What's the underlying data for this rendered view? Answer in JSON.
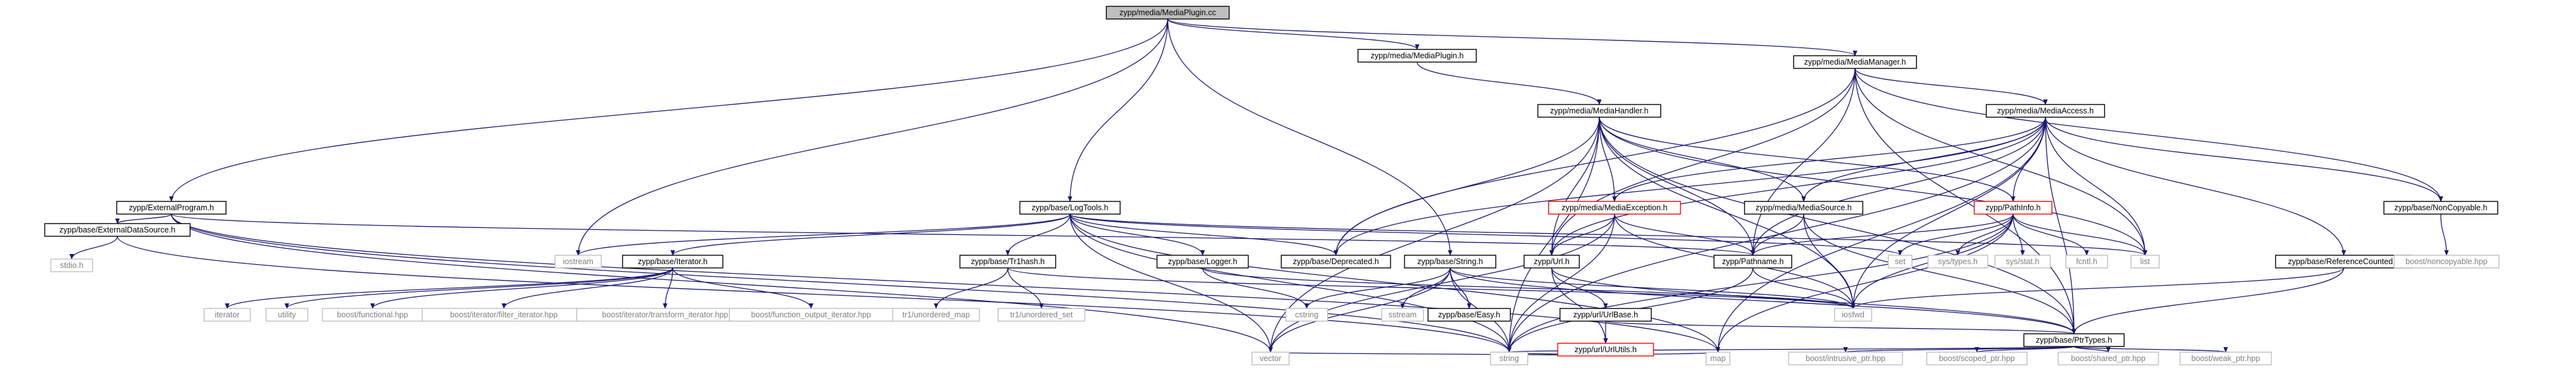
{
  "title_node": "zypp/media/MediaPlugin.cc",
  "colors": {
    "edge": "#191970",
    "header_border": "#000000",
    "external_border": "#bfbfbf",
    "external_text": "#7f7f7f",
    "red_border": "#ff0000",
    "root_fill": "#bfbfbf"
  },
  "nodes": [
    {
      "id": "root",
      "label": "zypp/media/MediaPlugin.cc",
      "kind": "root"
    },
    {
      "id": "mediaplugin_h",
      "label": "zypp/media/MediaPlugin.h",
      "kind": "header"
    },
    {
      "id": "mediamanager_h",
      "label": "zypp/media/MediaManager.h",
      "kind": "header"
    },
    {
      "id": "externalprogram_h",
      "label": "zypp/ExternalProgram.h",
      "kind": "header"
    },
    {
      "id": "logtools_h",
      "label": "zypp/base/LogTools.h",
      "kind": "header"
    },
    {
      "id": "mediahandler_h",
      "label": "zypp/media/MediaHandler.h",
      "kind": "header"
    },
    {
      "id": "mediaaccess_h",
      "label": "zypp/media/MediaAccess.h",
      "kind": "header"
    },
    {
      "id": "externaldatasource_h",
      "label": "zypp/base/ExternalDataSource.h",
      "kind": "header"
    },
    {
      "id": "iterator_h",
      "label": "zypp/base/Iterator.h",
      "kind": "header"
    },
    {
      "id": "tr1hash_h",
      "label": "zypp/base/Tr1hash.h",
      "kind": "header"
    },
    {
      "id": "logger_h",
      "label": "zypp/base/Logger.h",
      "kind": "header"
    },
    {
      "id": "deprecated_h",
      "label": "zypp/base/Deprecated.h",
      "kind": "header"
    },
    {
      "id": "string_h",
      "label": "zypp/base/String.h",
      "kind": "header"
    },
    {
      "id": "url_h",
      "label": "zypp/Url.h",
      "kind": "header"
    },
    {
      "id": "mediaexception_h",
      "label": "zypp/media/MediaException.h",
      "kind": "red"
    },
    {
      "id": "mediasource_h",
      "label": "zypp/media/MediaSource.h",
      "kind": "header"
    },
    {
      "id": "pathname_h",
      "label": "zypp/Pathname.h",
      "kind": "header"
    },
    {
      "id": "pathinfo_h",
      "label": "zypp/PathInfo.h",
      "kind": "red"
    },
    {
      "id": "noncopyable_h",
      "label": "zypp/base/NonCopyable.h",
      "kind": "header"
    },
    {
      "id": "refcounted_h",
      "label": "zypp/base/ReferenceCounted.h",
      "kind": "header"
    },
    {
      "id": "easy_h",
      "label": "zypp/base/Easy.h",
      "kind": "header"
    },
    {
      "id": "urlbase_h",
      "label": "zypp/url/UrlBase.h",
      "kind": "header"
    },
    {
      "id": "urlutils_h",
      "label": "zypp/url/UrlUtils.h",
      "kind": "red"
    },
    {
      "id": "ptrtypes_h",
      "label": "zypp/base/PtrTypes.h",
      "kind": "header"
    },
    {
      "id": "stdio_h",
      "label": "stdio.h",
      "kind": "ext"
    },
    {
      "id": "iostream",
      "label": "iostream",
      "kind": "ext"
    },
    {
      "id": "iterator",
      "label": "iterator",
      "kind": "ext"
    },
    {
      "id": "utility",
      "label": "utility",
      "kind": "ext"
    },
    {
      "id": "boost_functional",
      "label": "boost/functional.hpp",
      "kind": "ext"
    },
    {
      "id": "boost_filter_iter",
      "label": "boost/iterator/filter_iterator.hpp",
      "kind": "ext"
    },
    {
      "id": "boost_transform_iter",
      "label": "boost/iterator/transform_iterator.hpp",
      "kind": "ext"
    },
    {
      "id": "boost_fn_out_iter",
      "label": "boost/function_output_iterator.hpp",
      "kind": "ext"
    },
    {
      "id": "tr1_umap",
      "label": "tr1/unordered_map",
      "kind": "ext"
    },
    {
      "id": "tr1_uset",
      "label": "tr1/unordered_set",
      "kind": "ext"
    },
    {
      "id": "cstring",
      "label": "cstring",
      "kind": "ext"
    },
    {
      "id": "sstream",
      "label": "sstream",
      "kind": "ext"
    },
    {
      "id": "set",
      "label": "set",
      "kind": "ext"
    },
    {
      "id": "sys_types",
      "label": "sys/types.h",
      "kind": "ext"
    },
    {
      "id": "sys_stat",
      "label": "sys/stat.h",
      "kind": "ext"
    },
    {
      "id": "fcntl",
      "label": "fcntl.h",
      "kind": "ext"
    },
    {
      "id": "list",
      "label": "list",
      "kind": "ext"
    },
    {
      "id": "iosfwd",
      "label": "iosfwd",
      "kind": "ext"
    },
    {
      "id": "boost_noncopyable",
      "label": "boost/noncopyable.hpp",
      "kind": "ext"
    },
    {
      "id": "vector",
      "label": "vector",
      "kind": "ext"
    },
    {
      "id": "string",
      "label": "string",
      "kind": "ext"
    },
    {
      "id": "map",
      "label": "map",
      "kind": "ext"
    },
    {
      "id": "boost_intrusive",
      "label": "boost/intrusive_ptr.hpp",
      "kind": "ext"
    },
    {
      "id": "boost_scoped",
      "label": "boost/scoped_ptr.hpp",
      "kind": "ext"
    },
    {
      "id": "boost_shared",
      "label": "boost/shared_ptr.hpp",
      "kind": "ext"
    },
    {
      "id": "boost_weak",
      "label": "boost/weak_ptr.hpp",
      "kind": "ext"
    }
  ],
  "edges": [
    [
      "root",
      "mediaplugin_h"
    ],
    [
      "root",
      "mediamanager_h"
    ],
    [
      "root",
      "externalprogram_h"
    ],
    [
      "root",
      "logtools_h"
    ],
    [
      "root",
      "iostream"
    ],
    [
      "root",
      "string_h"
    ],
    [
      "mediaplugin_h",
      "mediahandler_h"
    ],
    [
      "mediamanager_h",
      "mediaaccess_h"
    ],
    [
      "mediamanager_h",
      "noncopyable_h"
    ],
    [
      "mediamanager_h",
      "deprecated_h"
    ],
    [
      "mediamanager_h",
      "url_h"
    ],
    [
      "mediamanager_h",
      "pathname_h"
    ],
    [
      "mediamanager_h",
      "list"
    ],
    [
      "mediamanager_h",
      "ptrtypes_h"
    ],
    [
      "externalprogram_h",
      "externaldatasource_h"
    ],
    [
      "externalprogram_h",
      "pathname_h"
    ],
    [
      "externalprogram_h",
      "map"
    ],
    [
      "externalprogram_h",
      "string"
    ],
    [
      "externalprogram_h",
      "vector"
    ],
    [
      "externaldatasource_h",
      "stdio_h"
    ],
    [
      "externaldatasource_h",
      "string"
    ],
    [
      "logtools_h",
      "iostream"
    ],
    [
      "logtools_h",
      "iterator_h"
    ],
    [
      "logtools_h",
      "tr1hash_h"
    ],
    [
      "logtools_h",
      "logger_h"
    ],
    [
      "logtools_h",
      "deprecated_h"
    ],
    [
      "logtools_h",
      "set"
    ],
    [
      "logtools_h",
      "list"
    ],
    [
      "logtools_h",
      "vector"
    ],
    [
      "logtools_h",
      "string"
    ],
    [
      "logtools_h",
      "map"
    ],
    [
      "iterator_h",
      "iterator"
    ],
    [
      "iterator_h",
      "utility"
    ],
    [
      "iterator_h",
      "boost_functional"
    ],
    [
      "iterator_h",
      "boost_filter_iter"
    ],
    [
      "iterator_h",
      "boost_transform_iter"
    ],
    [
      "iterator_h",
      "boost_fn_out_iter"
    ],
    [
      "tr1hash_h",
      "tr1_umap"
    ],
    [
      "tr1hash_h",
      "tr1_uset"
    ],
    [
      "tr1hash_h",
      "iosfwd"
    ],
    [
      "logger_h",
      "cstring"
    ],
    [
      "logger_h",
      "iosfwd"
    ],
    [
      "mediahandler_h",
      "mediaexception_h"
    ],
    [
      "mediahandler_h",
      "mediasource_h"
    ],
    [
      "mediahandler_h",
      "pathname_h"
    ],
    [
      "mediahandler_h",
      "pathinfo_h"
    ],
    [
      "mediahandler_h",
      "url_h"
    ],
    [
      "mediahandler_h",
      "deprecated_h"
    ],
    [
      "mediahandler_h",
      "ptrtypes_h"
    ],
    [
      "mediahandler_h",
      "list"
    ],
    [
      "mediahandler_h",
      "string"
    ],
    [
      "mediahandler_h",
      "vector"
    ],
    [
      "mediahandler_h",
      "iosfwd"
    ],
    [
      "mediaaccess_h",
      "mediasource_h"
    ],
    [
      "mediaaccess_h",
      "mediaexception_h"
    ],
    [
      "mediaaccess_h",
      "pathinfo_h"
    ],
    [
      "mediaaccess_h",
      "pathname_h"
    ],
    [
      "mediaaccess_h",
      "url_h"
    ],
    [
      "mediaaccess_h",
      "deprecated_h"
    ],
    [
      "mediaaccess_h",
      "noncopyable_h"
    ],
    [
      "mediaaccess_h",
      "refcounted_h"
    ],
    [
      "mediaaccess_h",
      "ptrtypes_h"
    ],
    [
      "mediaaccess_h",
      "list"
    ],
    [
      "mediaaccess_h",
      "map"
    ],
    [
      "mediaaccess_h",
      "string"
    ],
    [
      "mediaaccess_h",
      "iosfwd"
    ],
    [
      "mediaexception_h",
      "pathname_h"
    ],
    [
      "mediaexception_h",
      "url_h"
    ],
    [
      "mediaexception_h",
      "string"
    ],
    [
      "mediaexception_h",
      "vector"
    ],
    [
      "mediaexception_h",
      "iosfwd"
    ],
    [
      "mediasource_h",
      "pathname_h"
    ],
    [
      "mediasource_h",
      "ptrtypes_h"
    ],
    [
      "mediasource_h",
      "iosfwd"
    ],
    [
      "pathinfo_h",
      "pathname_h"
    ],
    [
      "pathinfo_h",
      "set"
    ],
    [
      "pathinfo_h",
      "sys_types"
    ],
    [
      "pathinfo_h",
      "sys_stat"
    ],
    [
      "pathinfo_h",
      "fcntl"
    ],
    [
      "pathinfo_h",
      "list"
    ],
    [
      "pathinfo_h",
      "map"
    ],
    [
      "pathinfo_h",
      "iosfwd"
    ],
    [
      "pathinfo_h",
      "string"
    ],
    [
      "string_h",
      "cstring"
    ],
    [
      "string_h",
      "sstream"
    ],
    [
      "string_h",
      "easy_h"
    ],
    [
      "string_h",
      "ptrtypes_h"
    ],
    [
      "string_h",
      "iosfwd"
    ],
    [
      "string_h",
      "vector"
    ],
    [
      "string_h",
      "string"
    ],
    [
      "url_h",
      "urlbase_h"
    ],
    [
      "url_h",
      "urlutils_h"
    ],
    [
      "url_h",
      "ptrtypes_h"
    ],
    [
      "urlbase_h",
      "urlutils_h"
    ],
    [
      "urlbase_h",
      "ptrtypes_h"
    ],
    [
      "urlutils_h",
      "vector"
    ],
    [
      "urlutils_h",
      "string"
    ],
    [
      "urlutils_h",
      "map"
    ],
    [
      "pathname_h",
      "string"
    ],
    [
      "pathname_h",
      "iosfwd"
    ],
    [
      "noncopyable_h",
      "boost_noncopyable"
    ],
    [
      "refcounted_h",
      "iosfwd"
    ],
    [
      "refcounted_h",
      "ptrtypes_h"
    ],
    [
      "ptrtypes_h",
      "string"
    ],
    [
      "ptrtypes_h",
      "boost_intrusive"
    ],
    [
      "ptrtypes_h",
      "boost_scoped"
    ],
    [
      "ptrtypes_h",
      "boost_shared"
    ],
    [
      "ptrtypes_h",
      "boost_weak"
    ]
  ]
}
